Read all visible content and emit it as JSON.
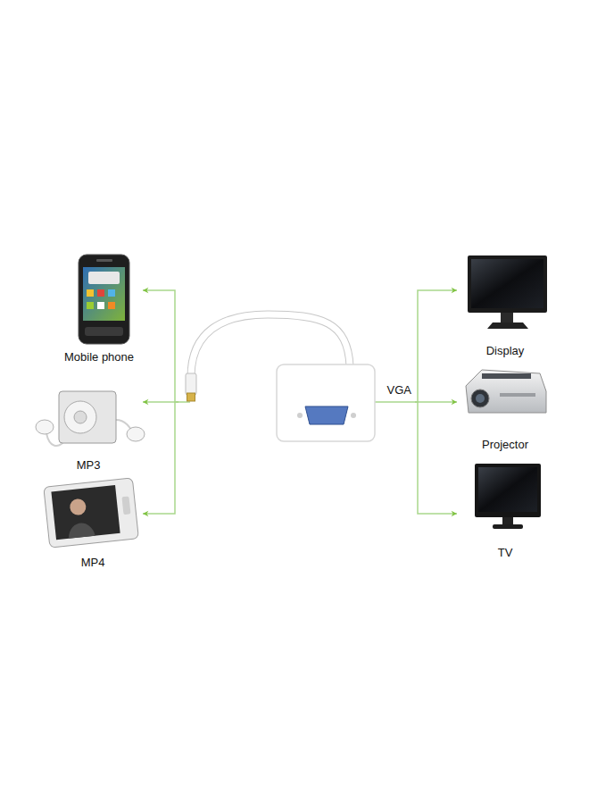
{
  "diagram": {
    "nodes": [
      {
        "text": [
          "Mobile phone"
        ]
      },
      {
        "text": [
          "MP3"
        ]
      },
      {
        "text": [
          "MP4"
        ]
      },
      {
        "text": [
          "VGA"
        ]
      },
      {
        "text": [
          "Display"
        ]
      },
      {
        "text": [
          "Projector"
        ]
      },
      {
        "text": [
          "TV"
        ]
      }
    ],
    "edges": [
      {
        "from": 3,
        "to": 0,
        "arrow": "to"
      },
      {
        "from": 3,
        "to": 1,
        "arrow": "to"
      },
      {
        "from": 3,
        "to": 2,
        "arrow": "to"
      },
      {
        "from": 3,
        "to": 4,
        "arrow": "to"
      },
      {
        "from": 3,
        "to": 5,
        "arrow": "to"
      },
      {
        "from": 3,
        "to": 6,
        "arrow": "to"
      }
    ]
  }
}
